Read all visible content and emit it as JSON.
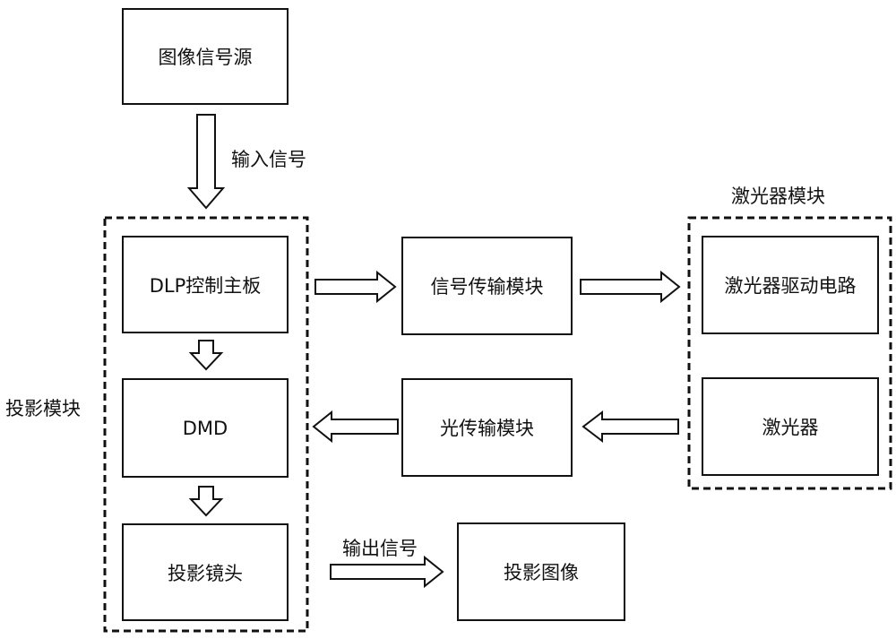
{
  "nodes": {
    "image_source": "图像信号源",
    "dlp_board": "DLP控制主板",
    "dmd": "DMD",
    "projection_lens": "投影镜头",
    "signal_transfer": "信号传输模块",
    "light_transfer": "光传输模块",
    "laser_driver": "激光器驱动电路",
    "laser": "激光器",
    "projected_image": "投影图像"
  },
  "groups": {
    "projection_module": "投影模块",
    "laser_module": "激光器模块"
  },
  "edge_labels": {
    "input_signal": "输入信号",
    "output_signal": "输出信号"
  },
  "colors": {
    "stroke": "#111111",
    "background": "#ffffff"
  }
}
